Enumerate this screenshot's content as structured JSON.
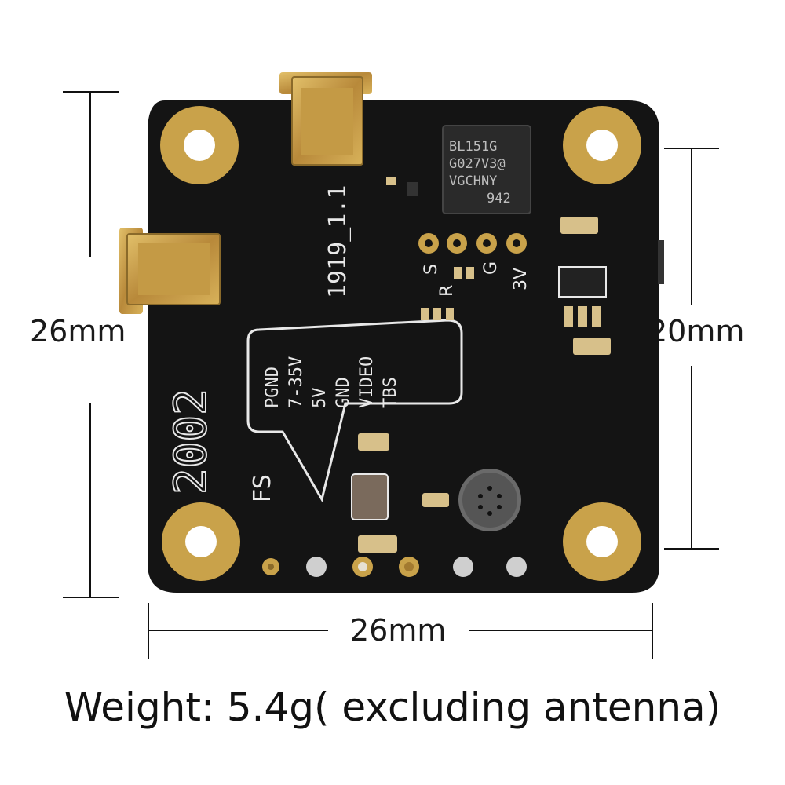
{
  "dimensions": {
    "height_left": "26mm",
    "height_right": "20mm",
    "width_bottom": "26mm"
  },
  "weight_caption": "Weight: 5.4g( excluding antenna)",
  "pcb": {
    "chip_marking": [
      "BL151G",
      "G027V3@",
      "VGCHNY",
      "942"
    ],
    "version": "1919_1.1",
    "model": "2002",
    "fs": "FS",
    "pin_labels_top": [
      "S",
      "R",
      "G",
      "3V"
    ],
    "pad_labels": [
      "PGND",
      "7-35V",
      "5V",
      "GND",
      "VIDEO",
      "TBS"
    ]
  },
  "colors": {
    "board": "#141414",
    "gold": "#c9a24a",
    "silkscreen": "#e8e8e8"
  }
}
